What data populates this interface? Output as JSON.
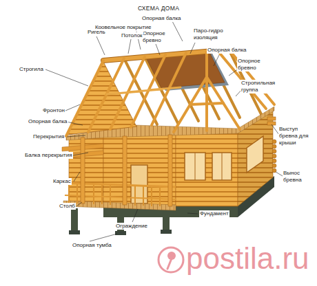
{
  "diagram": {
    "title": "СХЕМА ДОМА",
    "labels": [
      "Кровельное покрытие",
      "Опорная балка",
      "Опорное бревно",
      "Потолок",
      "Ригель",
      "Строгила",
      "Паро-гидро изоляция",
      "Опорная балка",
      "Опорное бревно",
      "Стропильная группа",
      "Фронтон",
      "Опорная балка",
      "Перекрытия",
      "Балка перекрытия",
      "Выступ бревна для крыши",
      "Вынос бревна",
      "Каркас",
      "Столб",
      "Ограждение",
      "Фундамент",
      "Опорная тумба",
      "postila.ru"
    ]
  }
}
